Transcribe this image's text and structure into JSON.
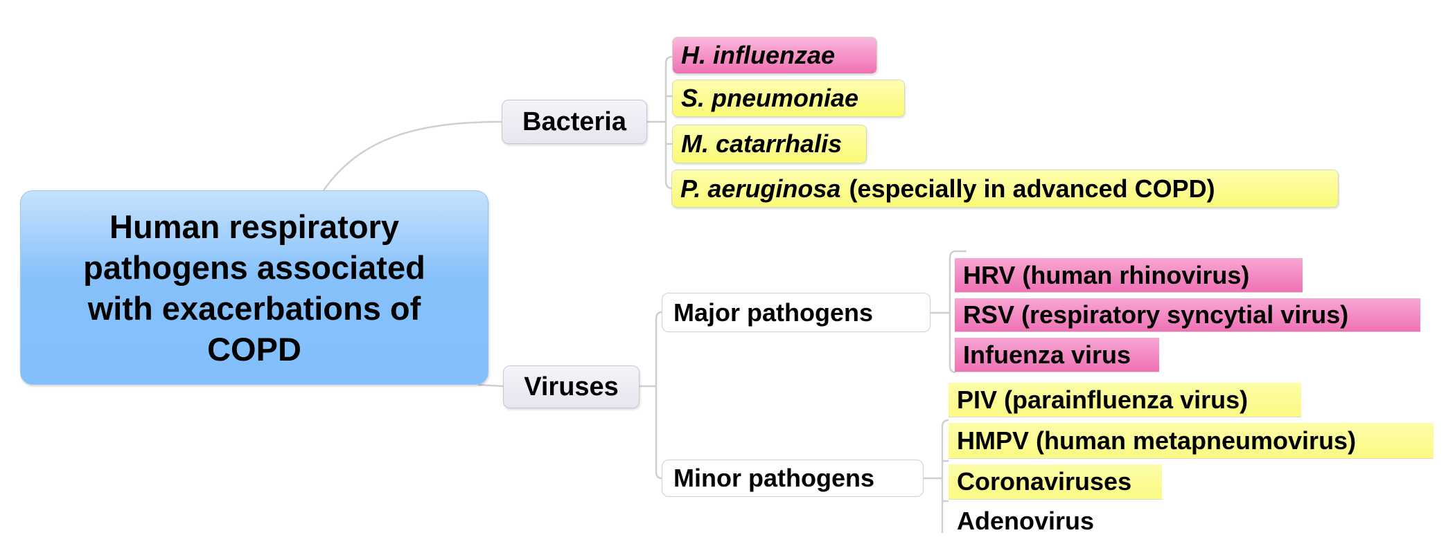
{
  "colors": {
    "root_blue": "#84c0fb",
    "major_pink": "#f070b4",
    "minor_yellow": "#fafa76",
    "connector_gray": "#cccccc"
  },
  "root": {
    "label": "Human respiratory pathogens associated with exacerbations of COPD"
  },
  "bacteria": {
    "label": "Bacteria",
    "items": [
      {
        "name": "H. influenzae",
        "suffix": "",
        "highlight": "pink"
      },
      {
        "name": "S. pneumoniae",
        "suffix": "",
        "highlight": "yellow"
      },
      {
        "name": "M. catarrhalis",
        "suffix": "",
        "highlight": "yellow"
      },
      {
        "name": "P. aeruginosa",
        "suffix": "(especially in advanced COPD)",
        "highlight": "yellow"
      }
    ]
  },
  "viruses": {
    "label": "Viruses",
    "major": {
      "label": "Major pathogens",
      "items": [
        {
          "name": "HRV (human rhinovirus)",
          "highlight": "pink"
        },
        {
          "name": "RSV (respiratory syncytial virus)",
          "highlight": "pink"
        },
        {
          "name": "Infuenza virus",
          "highlight": "pink"
        }
      ]
    },
    "minor": {
      "label": "Minor pathogens",
      "items": [
        {
          "name": "PIV (parainfluenza virus)",
          "highlight": "yellow"
        },
        {
          "name": "HMPV (human metapneumovirus)",
          "highlight": "yellow"
        },
        {
          "name": "Coronaviruses",
          "highlight": "yellow"
        },
        {
          "name": "Adenovirus",
          "highlight": "none"
        }
      ]
    }
  }
}
